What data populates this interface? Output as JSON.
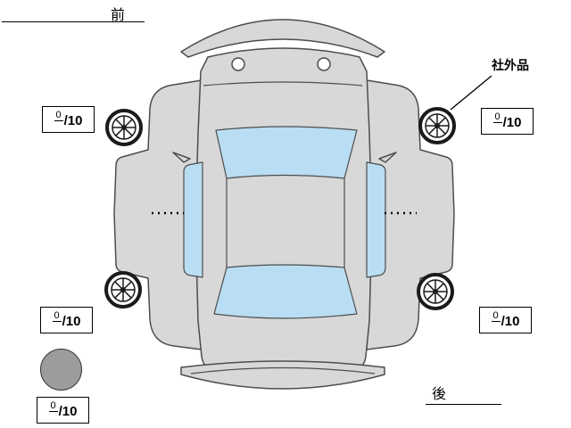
{
  "labels": {
    "front": "前",
    "rear": "後",
    "aftermarket_part": "社外品"
  },
  "tread_scores": {
    "front_left": {
      "value": "0",
      "max": "/10"
    },
    "front_right": {
      "value": "0",
      "max": "/10"
    },
    "rear_left": {
      "value": "0",
      "max": "/10"
    },
    "rear_right": {
      "value": "0",
      "max": "/10"
    },
    "spare": {
      "value": "0",
      "max": "/10"
    }
  },
  "colors": {
    "body": "#d8d8d8",
    "glass": "#b9ddf2",
    "outline": "#4d4d4d",
    "spare": "#9c9c9c"
  }
}
